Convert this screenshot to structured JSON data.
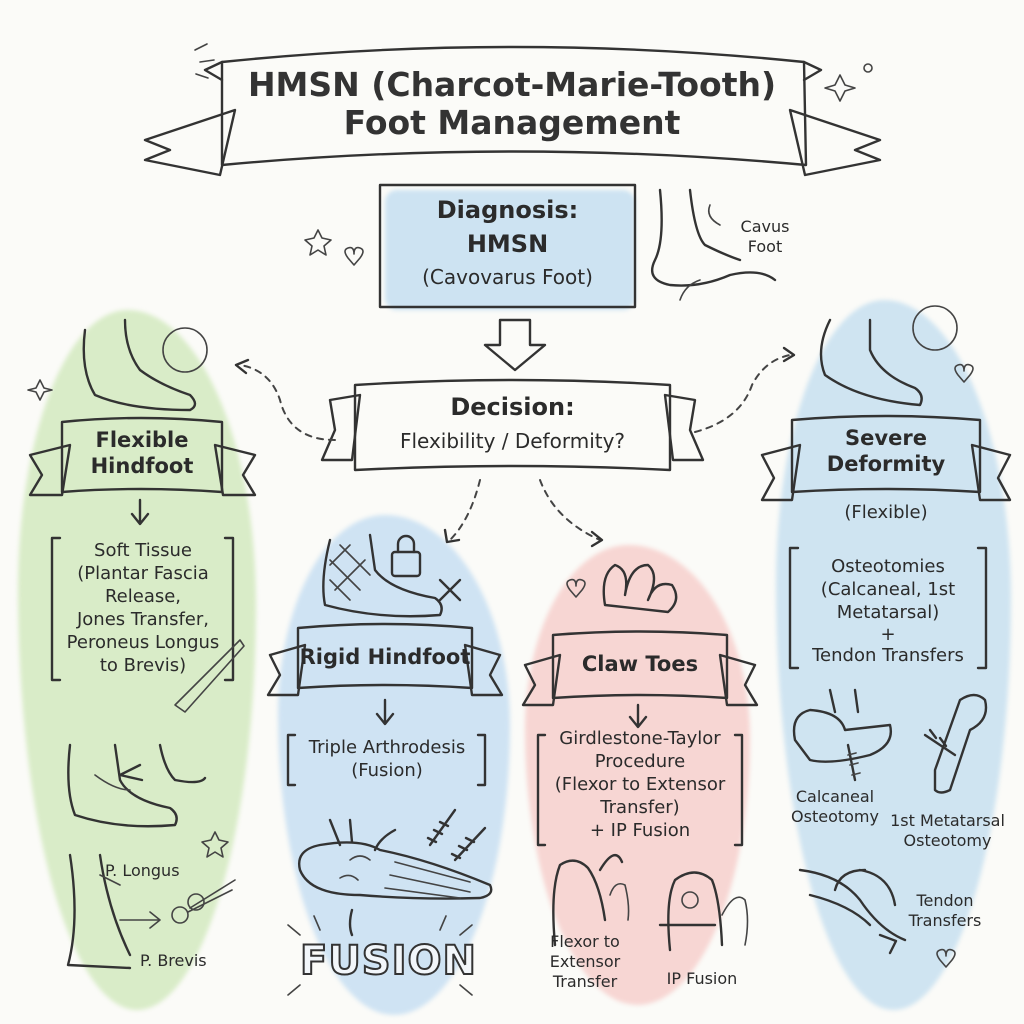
{
  "title": {
    "line1": "HMSN (Charcot-Marie-Tooth)",
    "line2": "Foot Management"
  },
  "diagnosis": {
    "line1": "Diagnosis:",
    "line2": "HMSN",
    "line3": "(Cavovarus Foot)",
    "sketch_label_1": "Cavus",
    "sketch_label_2": "Foot"
  },
  "decision": {
    "line1": "Decision:",
    "line2": "Flexibility / Deformity?"
  },
  "branches": {
    "flexible": {
      "title_1": "Flexible",
      "title_2": "Hindfoot",
      "treatment": [
        "Soft Tissue",
        "(Plantar Fascia",
        "Release,",
        "Jones Transfer,",
        "Peroneus Longus",
        "to Brevis)"
      ],
      "label_a": "P. Longus",
      "label_b": "P. Brevis"
    },
    "rigid": {
      "title": "Rigid Hindfoot",
      "treatment": [
        "Triple Arthrodesis",
        "(Fusion)"
      ],
      "stamp": "FUSION"
    },
    "claw": {
      "title": "Claw Toes",
      "treatment": [
        "Girdlestone-Taylor",
        "Procedure",
        "(Flexor to Extensor",
        "Transfer)",
        "+ IP Fusion"
      ],
      "label_a": [
        "Flexor to",
        "Extensor",
        "Transfer"
      ],
      "label_b": "IP Fusion"
    },
    "severe": {
      "title_1": "Severe",
      "title_2": "Deformity",
      "subtitle": "(Flexible)",
      "treatment": [
        "Osteotomies",
        "(Calcaneal, 1st",
        "Metatarsal)",
        "+",
        "Tendon Transfers"
      ],
      "label_a": [
        "Calcaneal",
        "Osteotomy"
      ],
      "label_b": [
        "1st Metatarsal",
        "Osteotomy"
      ],
      "label_c": [
        "Tendon",
        "Transfers"
      ]
    }
  },
  "colors": {
    "green": "#cfe6bd",
    "blue": "#bcd9ee",
    "pink": "#f5c9c6",
    "teal": "#cde6da",
    "ink": "#333333"
  }
}
